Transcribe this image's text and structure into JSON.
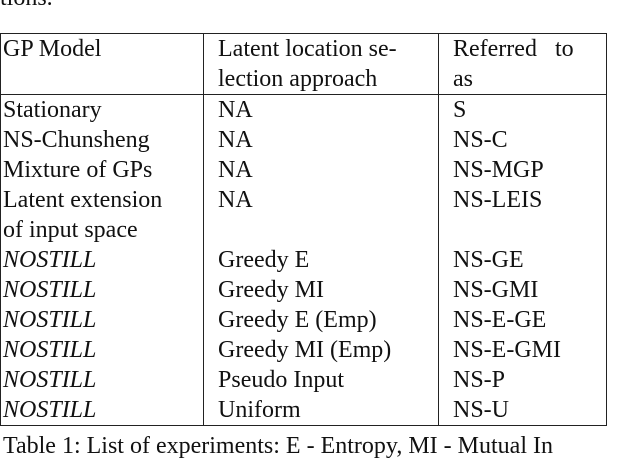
{
  "top_fragment": "tions.",
  "table": {
    "headers": {
      "col1": "GP Model",
      "col2_line1": "Latent location se-",
      "col2_line2": "lection approach",
      "col3_line1": "Referred   to",
      "col3_line2": "as"
    },
    "rows": [
      {
        "model": "Stationary",
        "model2": "",
        "approach": "NA",
        "ref": "S",
        "italic": false
      },
      {
        "model": "NS-Chunsheng",
        "model2": "",
        "approach": "NA",
        "ref": "NS-C",
        "italic": false
      },
      {
        "model": "Mixture of GPs",
        "model2": "",
        "approach": "NA",
        "ref": "NS-MGP",
        "italic": false
      },
      {
        "model": "Latent extension",
        "model2": "of input space",
        "approach": "NA",
        "ref": "NS-LEIS",
        "italic": false
      },
      {
        "model": "NOSTILL",
        "model2": "",
        "approach": "Greedy E",
        "ref": "NS-GE",
        "italic": true
      },
      {
        "model": "NOSTILL",
        "model2": "",
        "approach": "Greedy MI",
        "ref": "NS-GMI",
        "italic": true
      },
      {
        "model": "NOSTILL",
        "model2": "",
        "approach": "Greedy E (Emp)",
        "ref": "NS-E-GE",
        "italic": true
      },
      {
        "model": "NOSTILL",
        "model2": "",
        "approach": "Greedy MI (Emp)",
        "ref": "NS-E-GMI",
        "italic": true
      },
      {
        "model": "NOSTILL",
        "model2": "",
        "approach": "Pseudo Input",
        "ref": "NS-P",
        "italic": true
      },
      {
        "model": "NOSTILL",
        "model2": "",
        "approach": "Uniform",
        "ref": "NS-U",
        "italic": true
      }
    ]
  },
  "caption": "Table 1: List of experiments: E - Entropy, MI - Mutual In"
}
